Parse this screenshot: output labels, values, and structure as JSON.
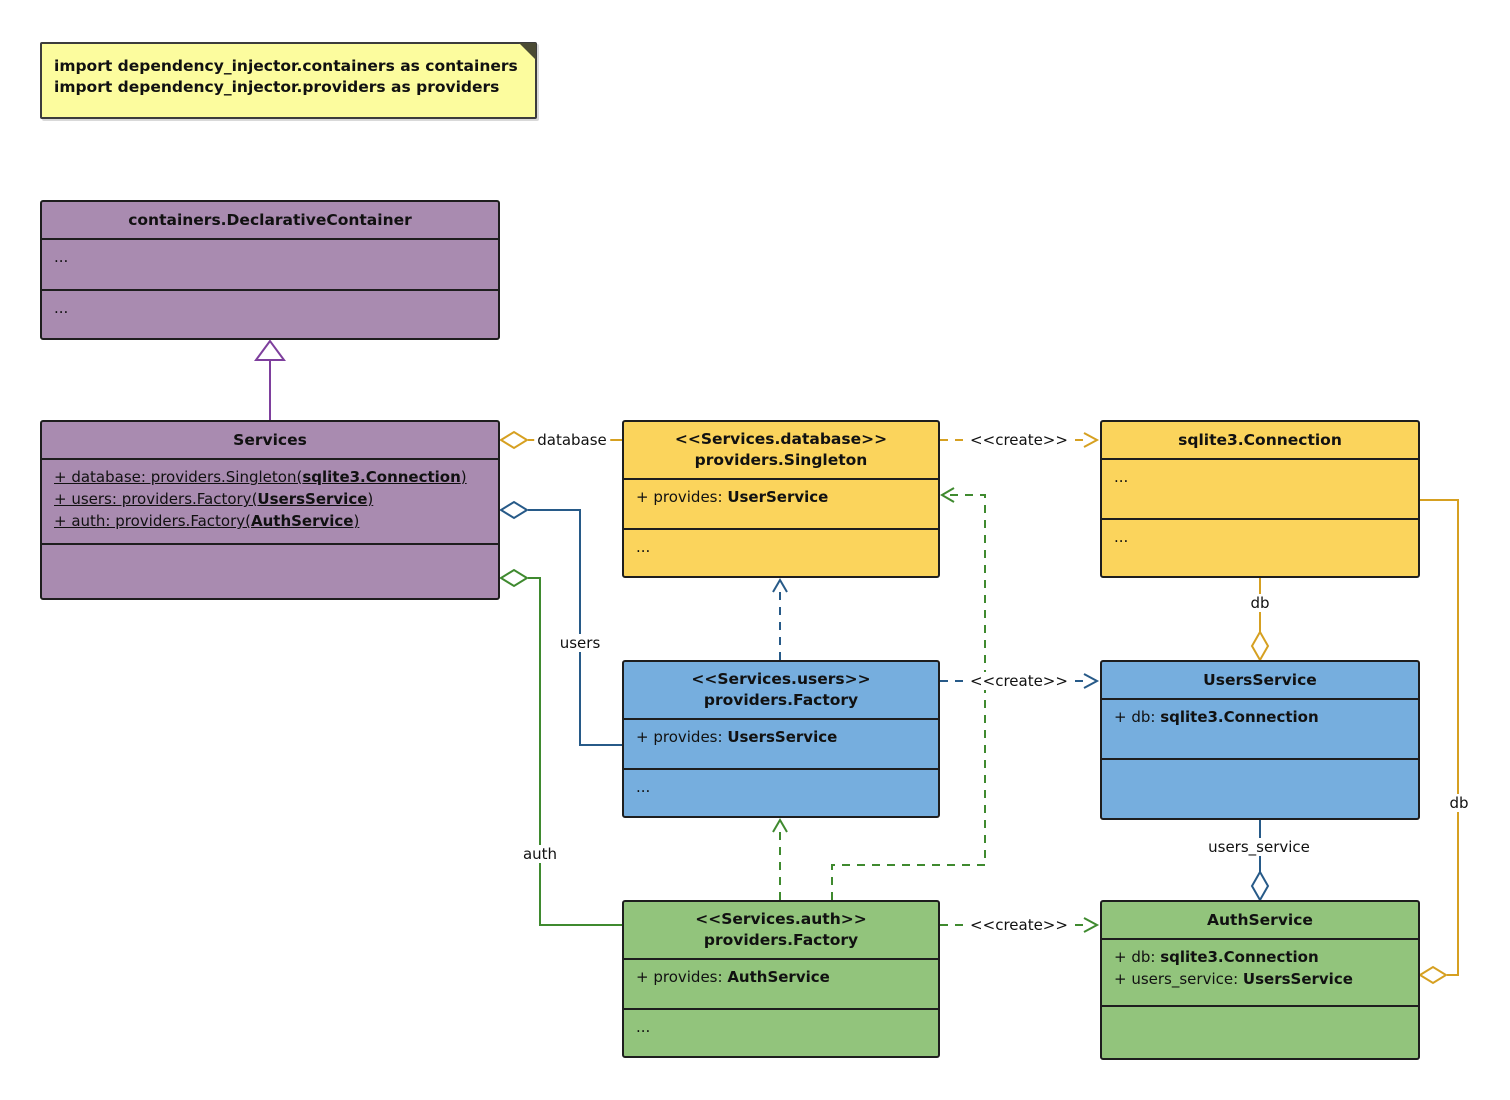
{
  "note": {
    "lines": [
      "import dependency_injector.containers as containers",
      "import dependency_injector.providers as providers"
    ]
  },
  "classes": {
    "declarative_container": {
      "title": "containers.DeclarativeContainer",
      "rows": [
        "...",
        "..."
      ]
    },
    "services": {
      "title": "Services",
      "attributes": [
        {
          "pre": "+ database: providers.Singleton(",
          "bold": "sqlite3.Connection",
          "post": ")"
        },
        {
          "pre": "+ users: providers.Factory(",
          "bold": "UsersService",
          "post": ")"
        },
        {
          "pre": "+ auth: providers.Factory(",
          "bold": "AuthService",
          "post": ")"
        }
      ]
    },
    "database_singleton": {
      "title_line1": "<<Services.database>>",
      "title_line2": "providers.Singleton",
      "provides_pre": "+ provides: ",
      "provides_bold": "UserService",
      "more": "..."
    },
    "sqlite_connection": {
      "title": "sqlite3.Connection",
      "rows": [
        "...",
        "..."
      ]
    },
    "users_factory": {
      "title_line1": "<<Services.users>>",
      "title_line2": "providers.Factory",
      "provides_pre": "+ provides: ",
      "provides_bold": "UsersService",
      "more": "..."
    },
    "users_service": {
      "title": "UsersService",
      "attr_pre": "+ db: ",
      "attr_bold": "sqlite3.Connection"
    },
    "auth_factory": {
      "title_line1": "<<Services.auth>>",
      "title_line2": "providers.Factory",
      "provides_pre": "+ provides: ",
      "provides_bold": "AuthService",
      "more": "..."
    },
    "auth_service": {
      "title": "AuthService",
      "attr1_pre": "+ db: ",
      "attr1_bold": "sqlite3.Connection",
      "attr2_pre": "+ users_service: ",
      "attr2_bold": "UsersService"
    }
  },
  "edges": {
    "database_label": "database",
    "users_label": "users",
    "auth_label": "auth",
    "db_mid_label": "db",
    "users_service_label": "users_service",
    "db_right_label": "db",
    "create_database_label": "<<create>>",
    "create_users_label": "<<create>>",
    "create_auth_label": "<<create>>"
  },
  "colors": {
    "purple_fill": "#A98BB0",
    "yellow_fill": "#FBD45C",
    "blue_fill": "#76AEDE",
    "green_fill": "#92C47C",
    "note_fill": "#FCFC9E",
    "purple_line": "#7E3F9D",
    "orange_line": "#D6A021",
    "blue_line": "#275A88",
    "green_line": "#3F8A2F"
  }
}
